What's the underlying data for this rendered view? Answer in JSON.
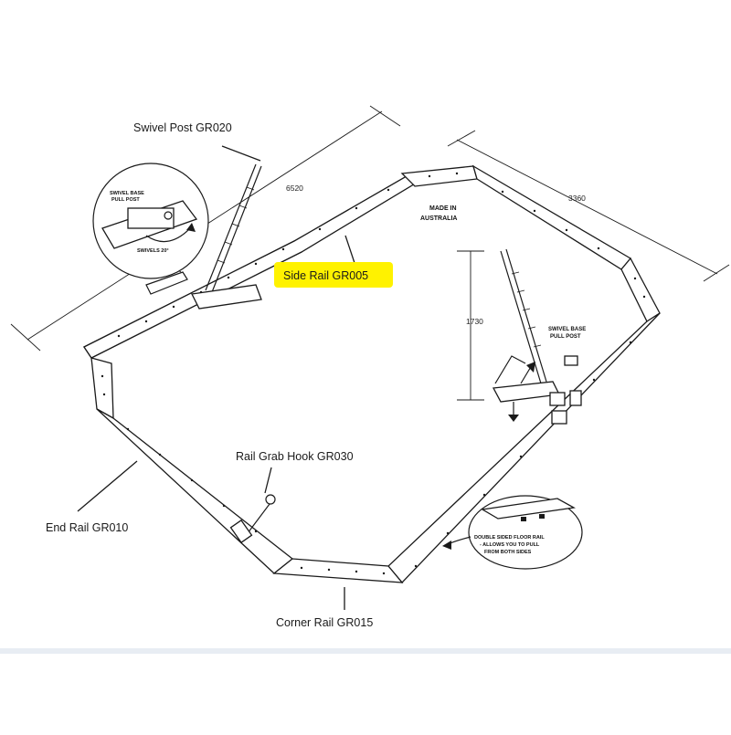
{
  "labels": {
    "swivel_post": "Swivel Post  GR020",
    "side_rail": "Side Rail  GR005",
    "rail_grab_hook": "Rail Grab Hook GR030",
    "end_rail": "End Rail  GR010",
    "corner_rail": "Corner Rail  GR015"
  },
  "dimensions": {
    "length": "6520",
    "width": "3360",
    "height": "1730"
  },
  "notes": {
    "made_in_line1": "MADE IN",
    "made_in_line2": "AUSTRALIA",
    "swivel_base_inset_line1": "SWIVEL BASE",
    "swivel_base_inset_line2": "PULL POST",
    "swivels": "SWIVELS 20°",
    "swivel_base_right_line1": "SWIVEL BASE",
    "swivel_base_right_line2": "PULL POST",
    "floor_rail_line1": "DOUBLE SIDED FLOOR RAIL",
    "floor_rail_line2": "- ALLOWS YOU TO PULL",
    "floor_rail_line3": "FROM BOTH SIDES"
  },
  "colors": {
    "highlight": "#fff200",
    "ink": "#1a1a1a"
  }
}
